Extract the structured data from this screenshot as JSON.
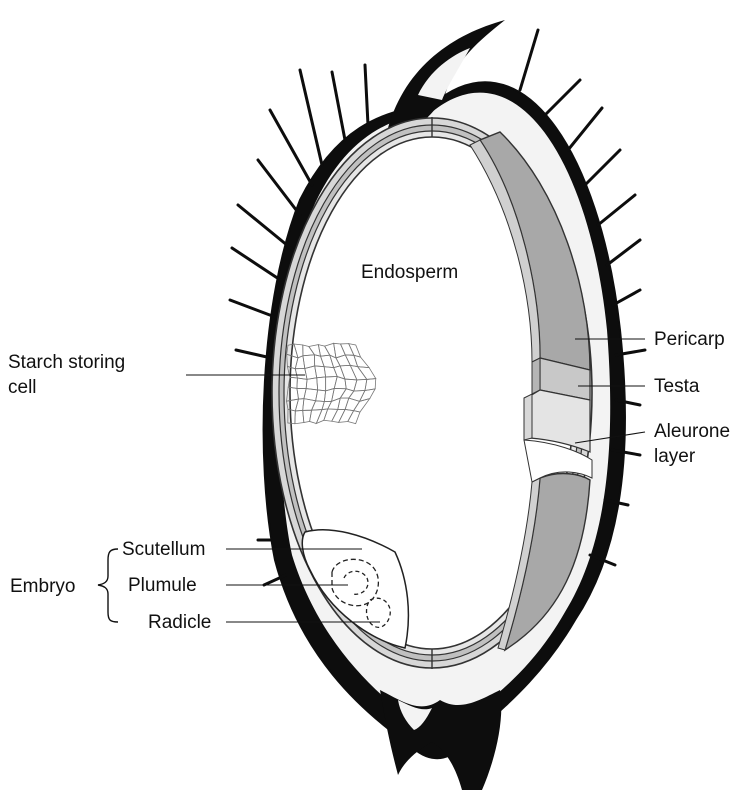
{
  "labels": {
    "endosperm": "Endosperm",
    "starch_line1": "Starch storing",
    "starch_line2": "cell",
    "pericarp": "Pericarp",
    "testa": "Testa",
    "aleurone_line1": "Aleurone",
    "aleurone_line2": "layer",
    "embryo": "Embryo",
    "scutellum": "Scutellum",
    "plumule": "Plumule",
    "radicle": "Radicle"
  },
  "colors": {
    "husk": "#0d0d0d",
    "husk_speckle": "#f3f3f3",
    "pericarp_fill": "#a8a8a8",
    "testa_fill": "#c8c8c8",
    "aleurone_fill": "#e4e4e4",
    "leader_line": "#111111"
  }
}
